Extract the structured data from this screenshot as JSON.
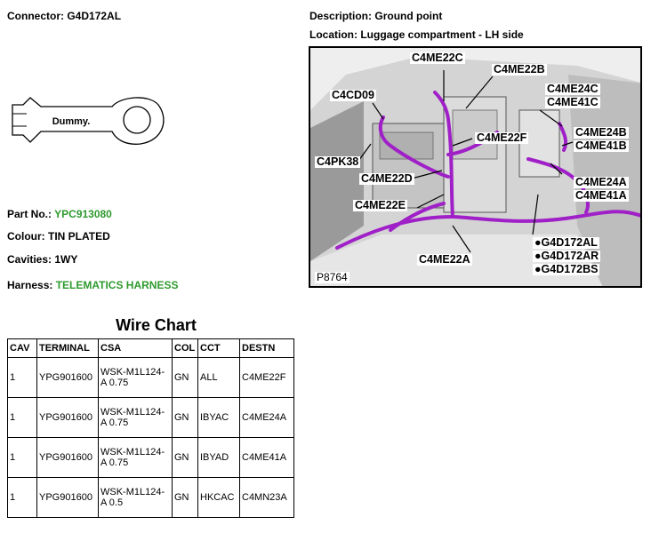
{
  "connector": {
    "label": "Connector:",
    "value": "G4D172AL"
  },
  "description": {
    "label": "Description:",
    "value": "Ground point"
  },
  "location": {
    "label": "Location:",
    "value": "Luggage compartment - LH side"
  },
  "dummy_label": "Dummy.",
  "part_no": {
    "label": "Part No.:",
    "value": "YPC913080"
  },
  "colour": {
    "label": "Colour:",
    "value": "TIN PLATED"
  },
  "cavities": {
    "label": "Cavities:",
    "value": "1WY"
  },
  "harness": {
    "label": "Harness:",
    "value": "TELEMATICS HARNESS"
  },
  "photo": {
    "ref": "P8764",
    "callouts": {
      "c4me22c": "C4ME22C",
      "c4me22b": "C4ME22B",
      "c4cd09": "C4CD09",
      "c4me24c": "C4ME24C",
      "c4me41c": "C4ME41C",
      "c4me24b": "C4ME24B",
      "c4me41b": "C4ME41B",
      "c4me22f": "C4ME22F",
      "c4pk38": "C4PK38",
      "c4me22d": "C4ME22D",
      "c4me24a": "C4ME24A",
      "c4me41a": "C4ME41A",
      "c4me22e": "C4ME22E",
      "g4d172al": "●G4D172AL",
      "g4d172ar": "●G4D172AR",
      "g4d172bs": "●G4D172BS",
      "c4me22a": "C4ME22A"
    },
    "harness_color": "#a020c8"
  },
  "wire_chart": {
    "title": "Wire Chart",
    "headers": [
      "CAV",
      "TERMINAL",
      "CSA",
      "COL",
      "CCT",
      "DESTN"
    ],
    "rows": [
      [
        "1",
        "YPG901600",
        "WSK-M1L124-A 0.75",
        "GN",
        "ALL",
        "C4ME22F"
      ],
      [
        "1",
        "YPG901600",
        "WSK-M1L124-A 0.75",
        "GN",
        "IBYAC",
        "C4ME24A"
      ],
      [
        "1",
        "YPG901600",
        "WSK-M1L124-A 0.75",
        "GN",
        "IBYAD",
        "C4ME41A"
      ],
      [
        "1",
        "YPG901600",
        "WSK-M1L124-A 0.5",
        "GN",
        "HKCAC",
        "C4MN23A"
      ]
    ]
  }
}
